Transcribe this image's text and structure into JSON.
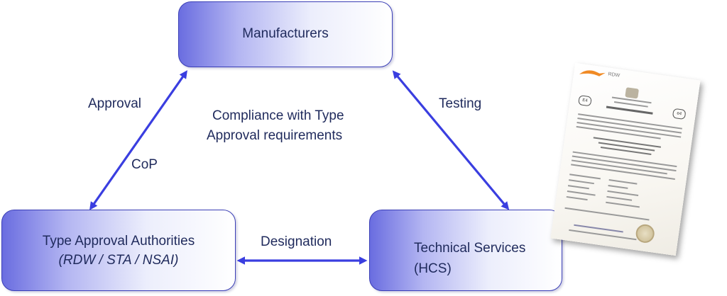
{
  "nodes": {
    "manufacturers": {
      "label": "Manufacturers"
    },
    "type_approval_authorities": {
      "label": "Type Approval Authorities",
      "sublabel": "(RDW / STA / NSAI)"
    },
    "technical_services": {
      "label": "Technical Services",
      "sublabel": "(HCS)"
    }
  },
  "edges": {
    "approval": "Approval",
    "cop": "CoP",
    "testing": "Testing",
    "designation": "Designation"
  },
  "center_text": {
    "line1": "Compliance with Type",
    "line2": "Approval  requirements"
  },
  "certificate": {
    "logo_text": "RDW",
    "mark_left": "E4",
    "mark_right": "e4"
  },
  "colors": {
    "arrow": "#3a3ee0",
    "box_border": "#3b3fb6",
    "text": "#1f2a5c",
    "logo_accent": "#f08a24"
  }
}
